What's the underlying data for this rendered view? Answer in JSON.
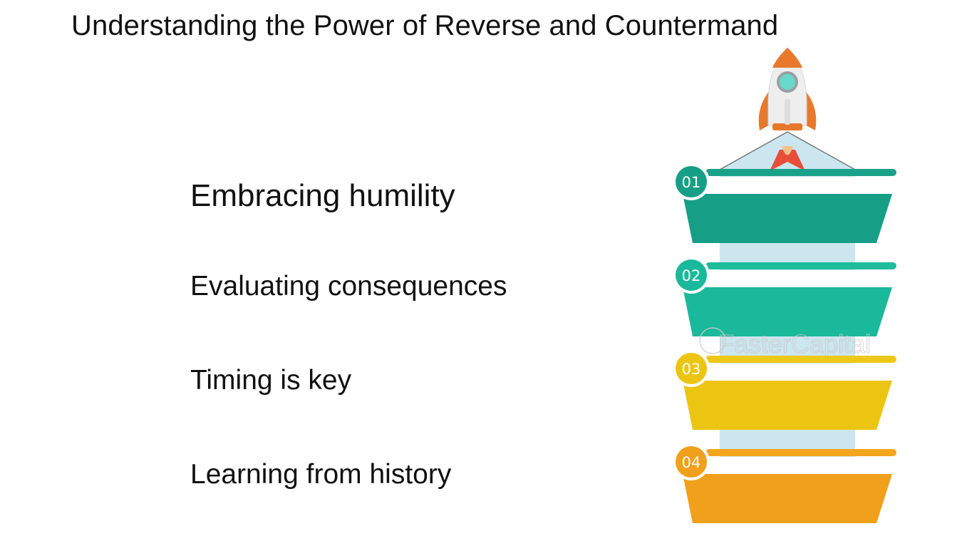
{
  "title": "Understanding the Power of Reverse and Countermand",
  "items": [
    {
      "label": "Embracing humility"
    },
    {
      "label": "Evaluating consequences"
    },
    {
      "label": "Timing is key"
    },
    {
      "label": "Learning from history"
    }
  ],
  "steps": [
    {
      "number": "01",
      "color": "#169f86",
      "band_color": "#1aa189"
    },
    {
      "number": "02",
      "color": "#1bb99b",
      "band_color": "#1fbc9c"
    },
    {
      "number": "03",
      "color": "#ecc512",
      "band_color": "#eec817"
    },
    {
      "number": "04",
      "color": "#f0a01b",
      "band_color": "#f3a51c"
    }
  ],
  "watermark": "FasterCapital",
  "colors": {
    "tower": "#cbe6ef",
    "rocket_body": "#eeeeee",
    "rocket_accent": "#e8792c",
    "rocket_window": "#66d9cc",
    "flame": "#e94e3c"
  }
}
